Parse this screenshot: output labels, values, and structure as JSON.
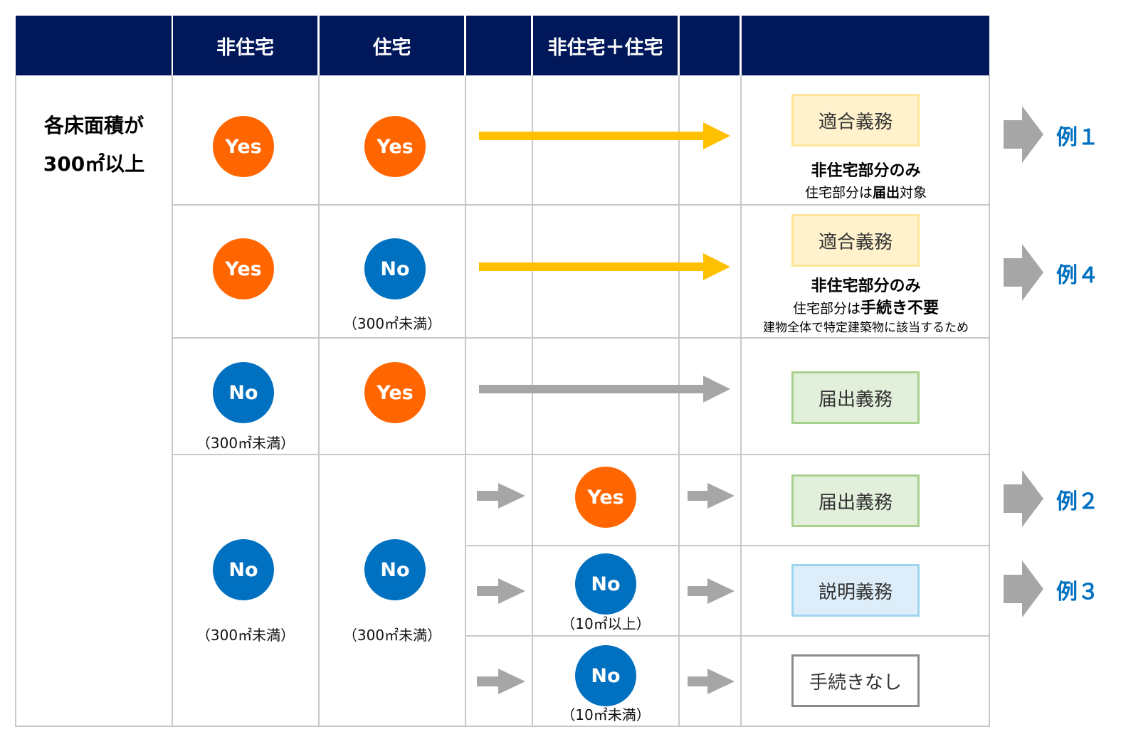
{
  "header": {
    "col_nonres": "非住宅",
    "col_res": "住宅",
    "col_combined": "非住宅＋住宅"
  },
  "row_label_line1": "各床面積が",
  "row_label_line2": "300㎡以上",
  "answers": {
    "yes": "Yes",
    "no": "No"
  },
  "notes": {
    "under300": "（300㎡未満）",
    "over10": "（10㎡以上）",
    "under10": "（10㎡未満）"
  },
  "results": {
    "r1": {
      "label": "適合義務",
      "sub1": "非住宅部分のみ",
      "sub2_pre": "住宅部分は",
      "sub2_bold": "届出",
      "sub2_post": "対象"
    },
    "r2": {
      "label": "適合義務",
      "sub1": "非住宅部分のみ",
      "sub2_pre": "住宅部分は",
      "sub2_bold": "手続き不要",
      "sub3": "建物全体で特定建築物に該当するため"
    },
    "r3": {
      "label": "届出義務"
    },
    "r4": {
      "label": "届出義務"
    },
    "r5": {
      "label": "説明義務"
    },
    "r6": {
      "label": "手続きなし"
    }
  },
  "examples": {
    "ex1": "例１",
    "ex4": "例４",
    "ex2": "例２",
    "ex3": "例３"
  },
  "colors": {
    "header_bg": "#00175a",
    "yes": "#ff6600",
    "no": "#0070c0",
    "arrow_yellow": "#ffc000",
    "arrow_gray": "#a6a6a6",
    "example_text": "#0070c0"
  }
}
